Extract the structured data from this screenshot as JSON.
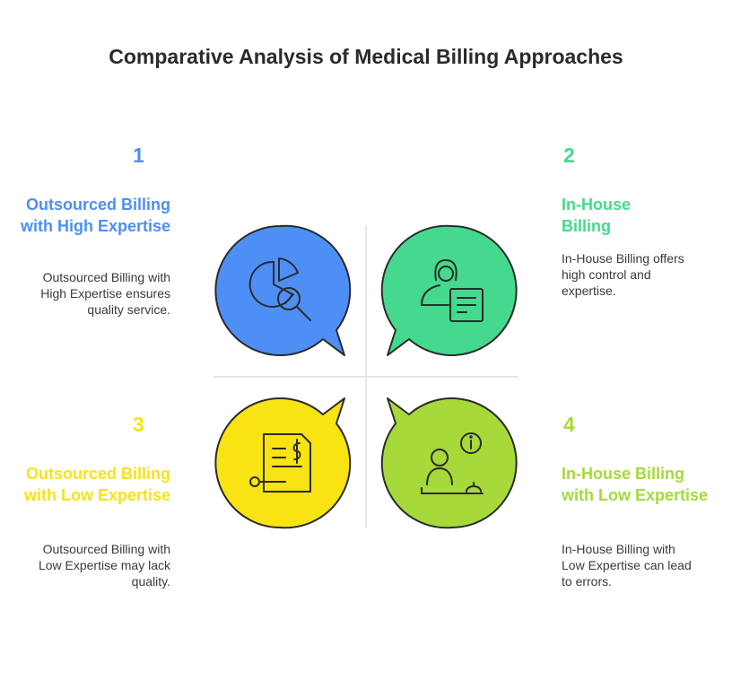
{
  "title": "Comparative Analysis of Medical Billing Approaches",
  "quadrants": [
    {
      "number": "1",
      "heading": "Outsourced Billing with High Expertise",
      "description": "Outsourced Billing with High Expertise ensures quality service.",
      "color": "#4d8ff5",
      "icon": "pie-chart-magnifier-icon"
    },
    {
      "number": "2",
      "heading": "In-House Billing",
      "description": "In-House Billing offers high control and expertise.",
      "color": "#44d98c",
      "icon": "staff-document-icon"
    },
    {
      "number": "3",
      "heading": "Outsourced Billing with Low Expertise",
      "description": "Outsourced Billing with Low Expertise may lack quality.",
      "color": "#f8e313",
      "icon": "invoice-dollar-icon"
    },
    {
      "number": "4",
      "heading": "In-House Billing with Low Expertise",
      "description": "In-House Billing with Low Expertise can lead to errors.",
      "color": "#a6d93a",
      "icon": "receptionist-info-icon"
    }
  ]
}
